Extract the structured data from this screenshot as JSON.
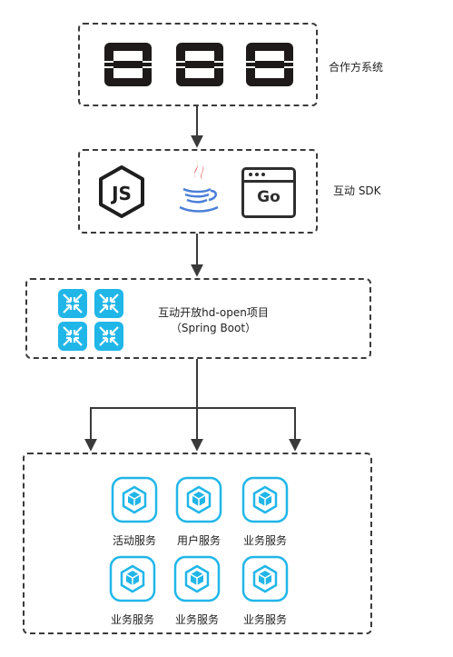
{
  "partners": {
    "label": "合作方系统"
  },
  "sdk": {
    "label": "互动 SDK",
    "go_text": "Go"
  },
  "platform": {
    "line1": "互动开放hd-open项目",
    "line2": "（Spring Boot）"
  },
  "services": {
    "items": [
      {
        "label": "活动服务"
      },
      {
        "label": "用户服务"
      },
      {
        "label": "业务服务"
      },
      {
        "label": "业务服务"
      },
      {
        "label": "业务服务"
      },
      {
        "label": "业务服务"
      }
    ]
  },
  "colors": {
    "border": "#3a3a3a",
    "dark_icon": "#1f1a1a",
    "node_green": "#1e1e1e",
    "java_red": "#e02020",
    "java_blue": "#4a7fd8",
    "cyan": "#21b6e8"
  },
  "icons": [
    "openstack-logo-icon",
    "nodejs-icon",
    "java-icon",
    "go-window-icon",
    "router-icon",
    "service-cube-icon"
  ]
}
